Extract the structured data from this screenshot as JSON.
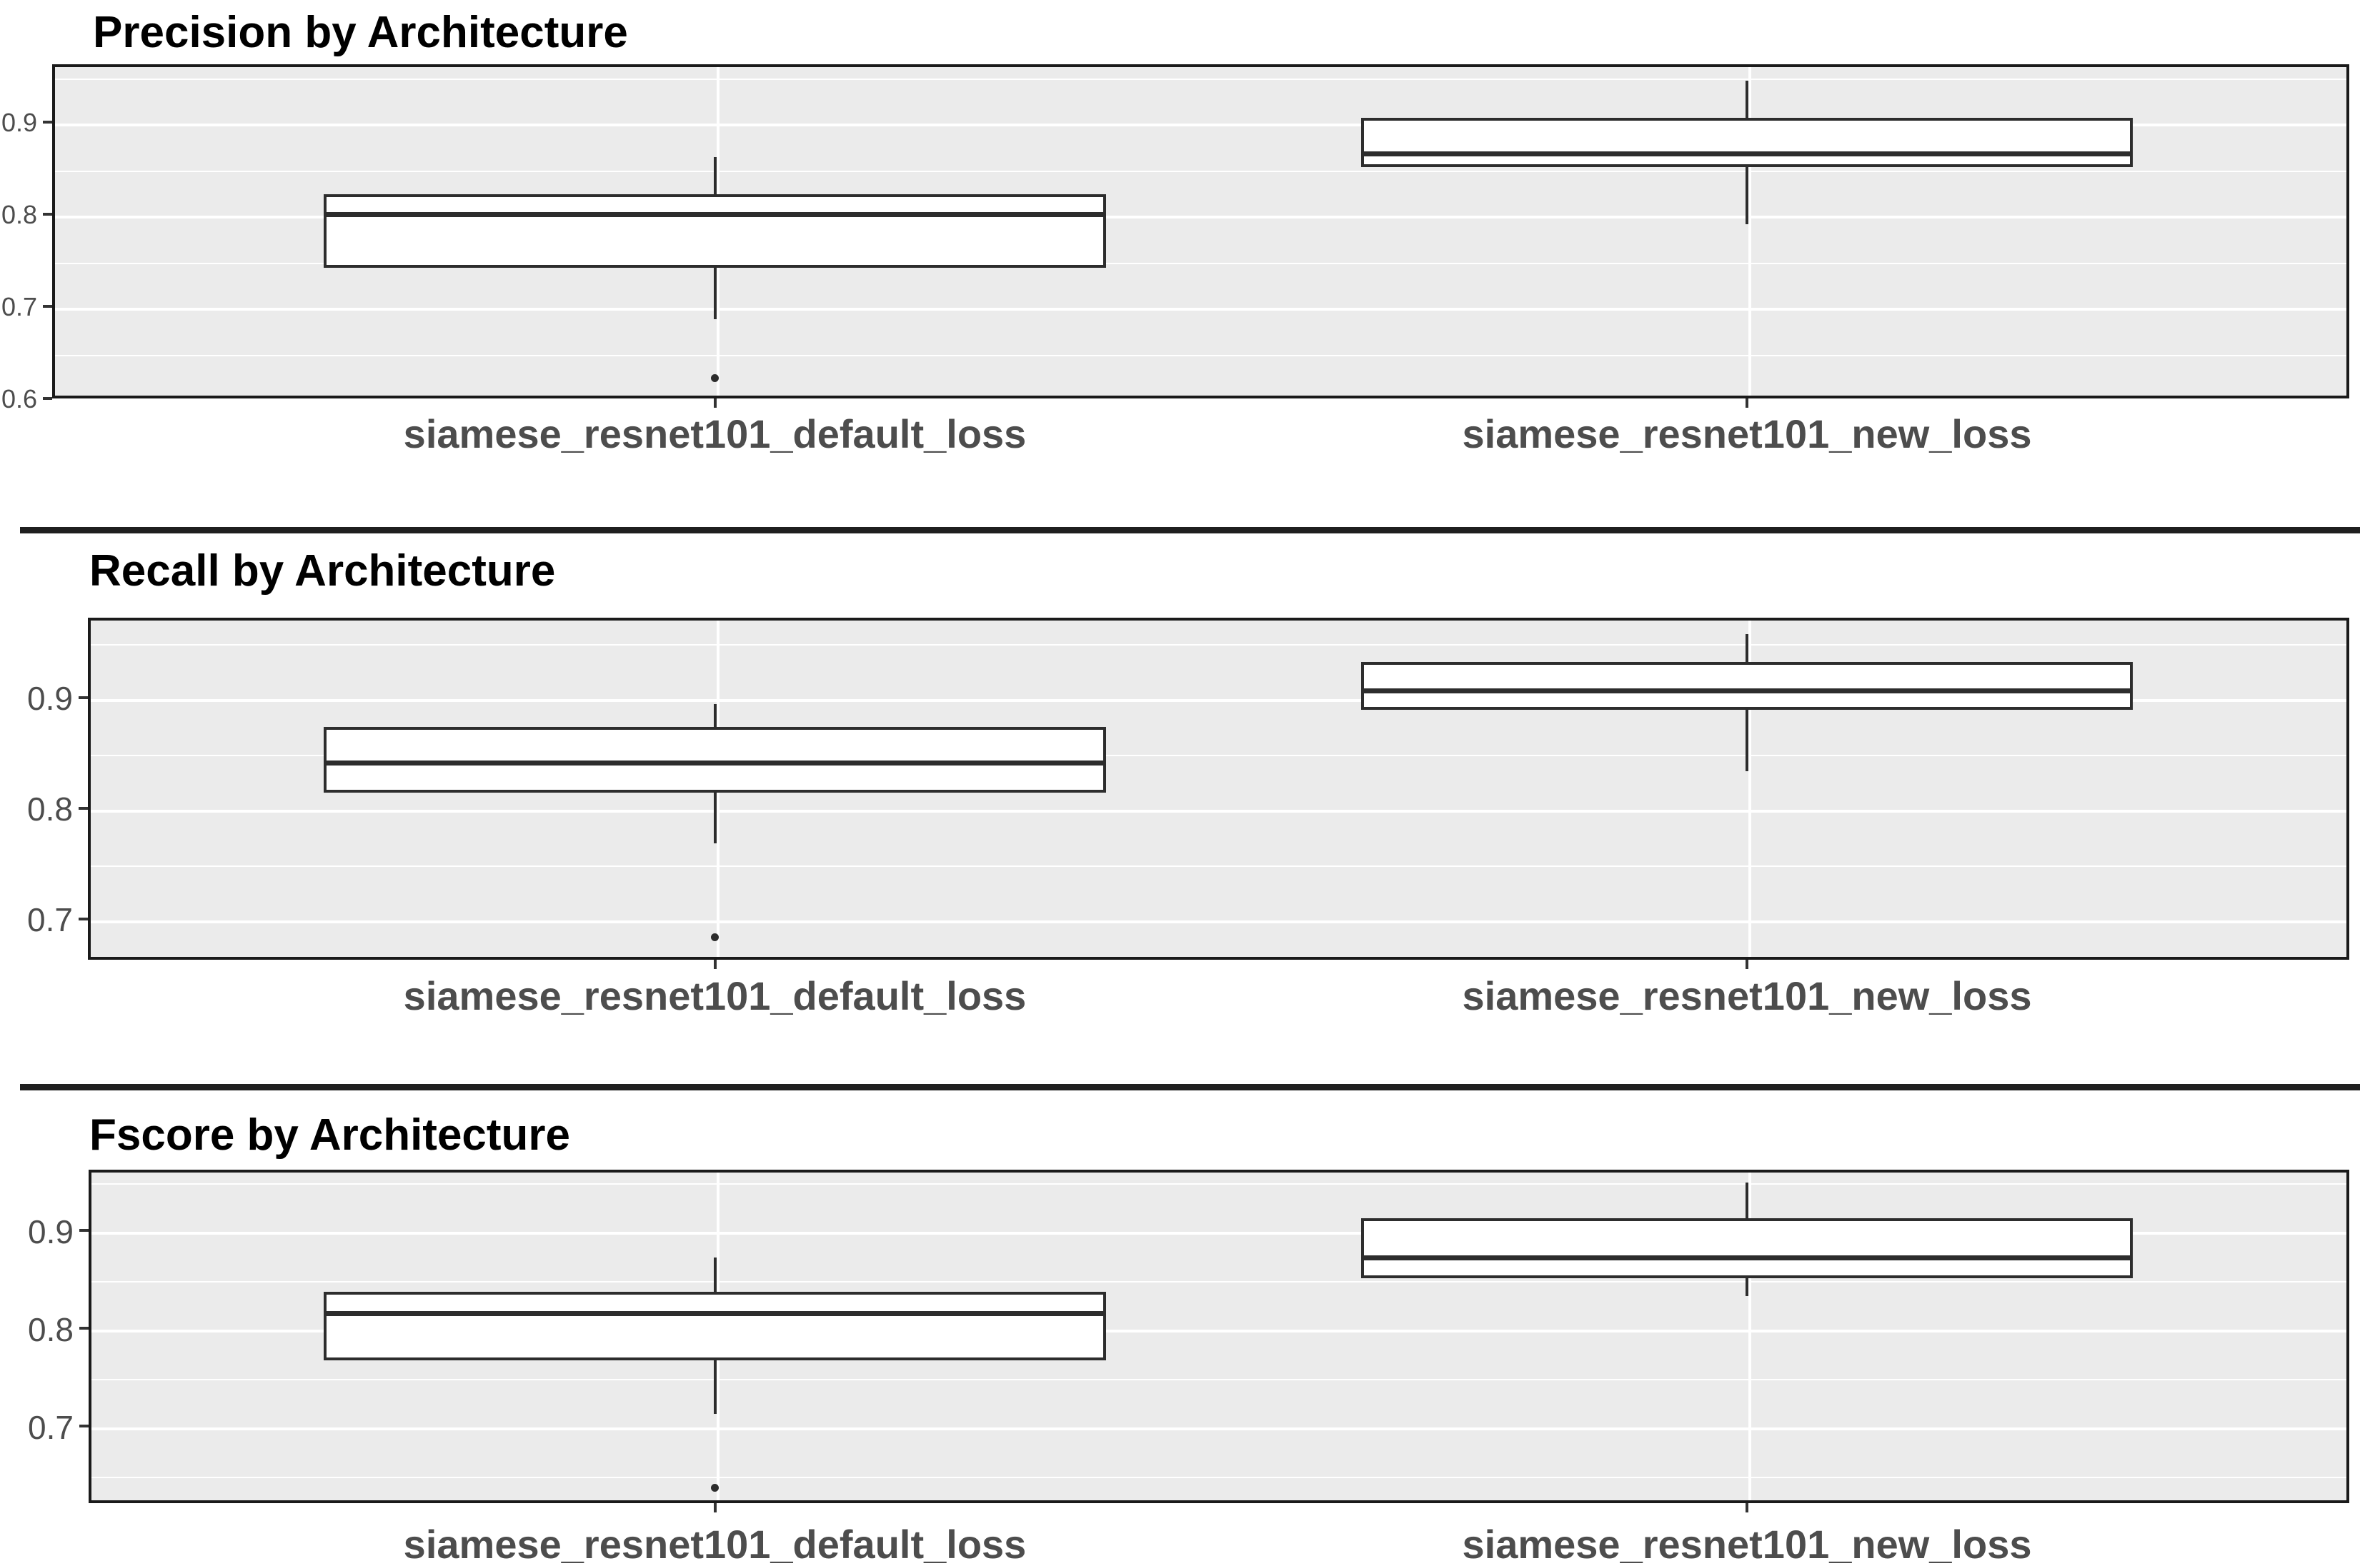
{
  "figure": {
    "background": "#ffffff",
    "panel_background": "#ebebeb",
    "gridline_color": "#ffffff",
    "box_stroke_color": "#2d2d2d",
    "box_fill_color": "#ffffff",
    "title_color": "#000000",
    "axis_text_color": "#4d4d4d",
    "panel_border_color": "#1a1a1a"
  },
  "categories": [
    "siamese_resnet101_default_loss",
    "siamese_resnet101_new_loss"
  ],
  "chart_data": [
    {
      "type": "boxplot",
      "title": "Precision by Architecture",
      "xlabel": "",
      "ylabel": "",
      "grid": true,
      "legend": false,
      "ylim": [
        0.6,
        0.963
      ],
      "y_ticks": [
        {
          "value": 0.9,
          "label": "0.9"
        },
        {
          "value": 0.8,
          "label": "0.8"
        },
        {
          "value": 0.7,
          "label": "0.7"
        },
        {
          "value": 0.6,
          "label": "0.6"
        }
      ],
      "y_minor_ticks": [
        0.95,
        0.85,
        0.75,
        0.65
      ],
      "categories": [
        "siamese_resnet101_default_loss",
        "siamese_resnet101_new_loss"
      ],
      "series": [
        {
          "name": "siamese_resnet101_default_loss",
          "whisker_low": 0.686,
          "q1": 0.742,
          "median": 0.8,
          "q3": 0.822,
          "whisker_high": 0.862,
          "outliers": [
            0.622
          ]
        },
        {
          "name": "siamese_resnet101_new_loss",
          "whisker_low": 0.789,
          "q1": 0.851,
          "median": 0.866,
          "q3": 0.905,
          "whisker_high": 0.945,
          "outliers": []
        }
      ]
    },
    {
      "type": "boxplot",
      "title": "Recall by Architecture",
      "xlabel": "",
      "ylabel": "",
      "grid": true,
      "legend": false,
      "ylim": [
        0.663,
        0.972
      ],
      "y_ticks": [
        {
          "value": 0.9,
          "label": "0.9"
        },
        {
          "value": 0.8,
          "label": "0.8"
        },
        {
          "value": 0.7,
          "label": "0.7"
        }
      ],
      "y_minor_ticks": [
        0.95,
        0.85,
        0.75
      ],
      "categories": [
        "siamese_resnet101_default_loss",
        "siamese_resnet101_new_loss"
      ],
      "series": [
        {
          "name": "siamese_resnet101_default_loss",
          "whisker_low": 0.768,
          "q1": 0.814,
          "median": 0.841,
          "q3": 0.873,
          "whisker_high": 0.894,
          "outliers": [
            0.683
          ]
        },
        {
          "name": "siamese_resnet101_new_loss",
          "whisker_low": 0.833,
          "q1": 0.889,
          "median": 0.906,
          "q3": 0.932,
          "whisker_high": 0.957,
          "outliers": []
        }
      ]
    },
    {
      "type": "boxplot",
      "title": "Fscore by Architecture",
      "xlabel": "",
      "ylabel": "",
      "grid": true,
      "legend": false,
      "ylim": [
        0.621,
        0.962
      ],
      "y_ticks": [
        {
          "value": 0.9,
          "label": "0.9"
        },
        {
          "value": 0.8,
          "label": "0.8"
        },
        {
          "value": 0.7,
          "label": "0.7"
        }
      ],
      "y_minor_ticks": [
        0.95,
        0.85,
        0.75,
        0.65
      ],
      "categories": [
        "siamese_resnet101_default_loss",
        "siamese_resnet101_new_loss"
      ],
      "series": [
        {
          "name": "siamese_resnet101_default_loss",
          "whisker_low": 0.712,
          "q1": 0.767,
          "median": 0.815,
          "q3": 0.837,
          "whisker_high": 0.872,
          "outliers": [
            0.637
          ]
        },
        {
          "name": "siamese_resnet101_new_loss",
          "whisker_low": 0.833,
          "q1": 0.851,
          "median": 0.872,
          "q3": 0.912,
          "whisker_high": 0.949,
          "outliers": []
        }
      ]
    }
  ]
}
